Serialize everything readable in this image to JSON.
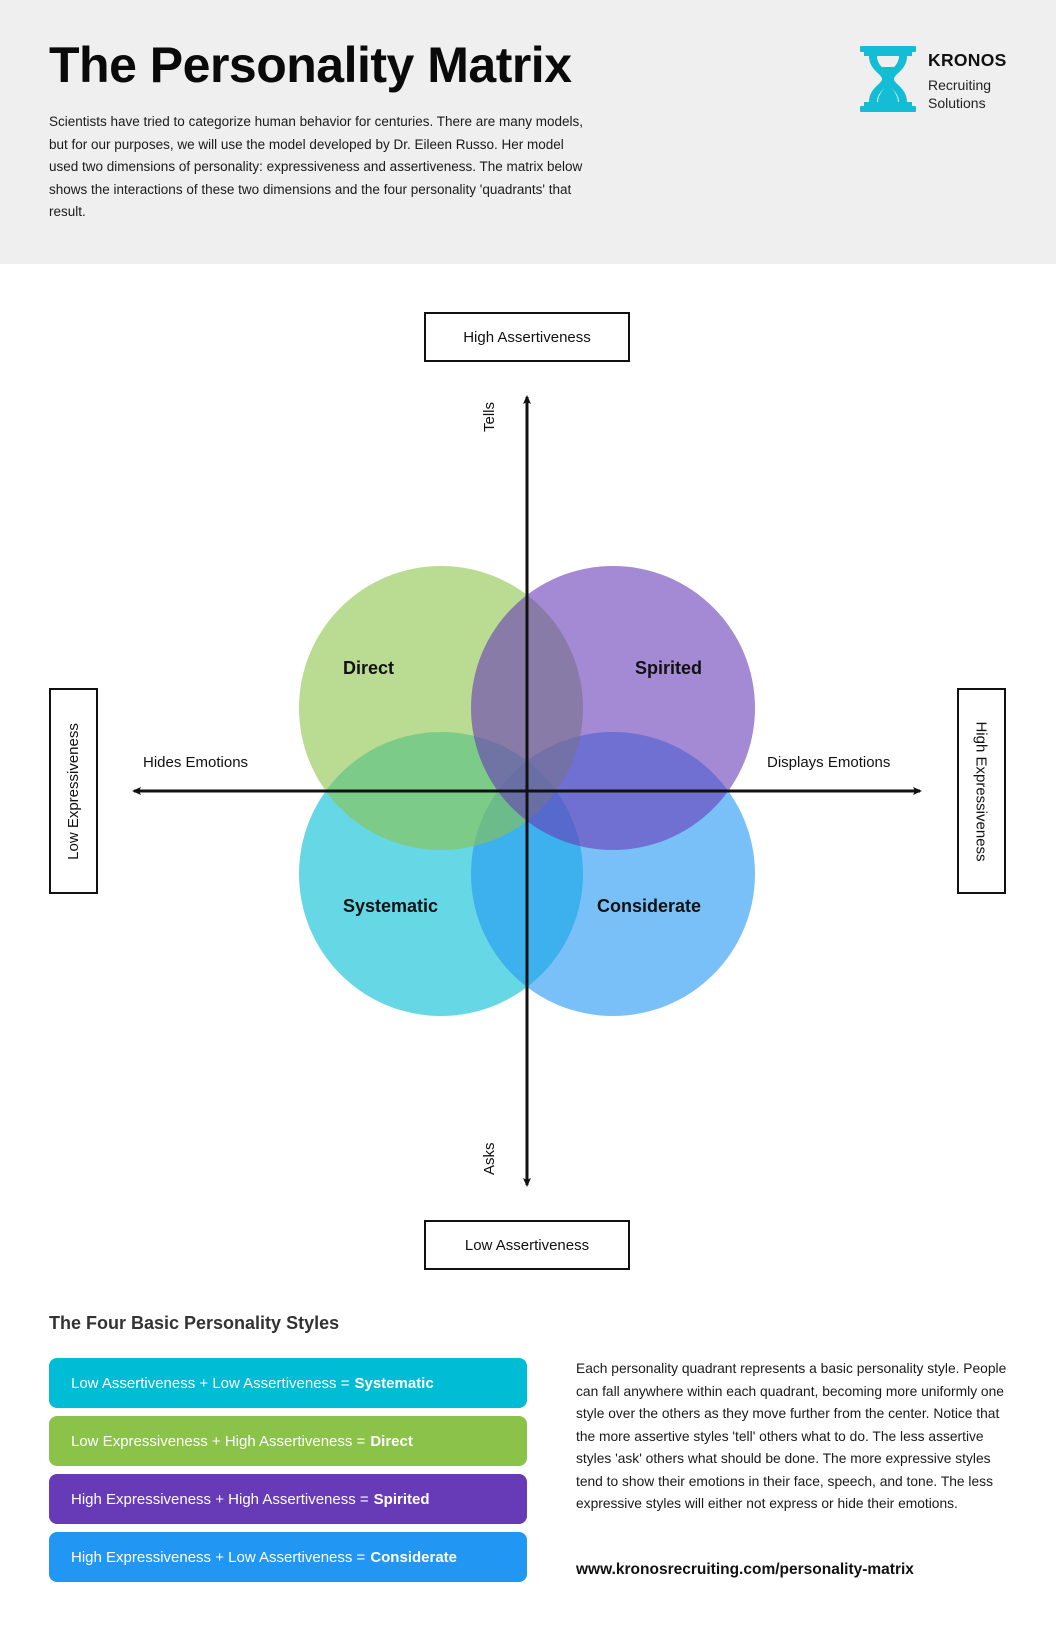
{
  "header": {
    "title": "The Personality Matrix",
    "intro": "Scientists have tried to categorize human behavior for centuries. There are many models, but for our purposes, we will use the model developed by Dr. Eileen Russo. Her model used two dimensions of personality: expressiveness and assertiveness. The matrix below shows the interactions of these two dimensions and the four personality 'quadrants' that result.",
    "logo": {
      "icon": "hourglass-icon",
      "name": "KRONOS",
      "tagline_line1": "Recruiting",
      "tagline_line2": "Solutions",
      "color": "#14BDD6"
    }
  },
  "matrix": {
    "axis_boxes": {
      "top": "High Assertiveness",
      "bottom": "Low Assertiveness",
      "left": "Low Expressiveness",
      "right": "High Expressiveness"
    },
    "axis_labels": {
      "up": "Tells",
      "down": "Asks",
      "left": "Hides Emotions",
      "right": "Displays Emotions"
    },
    "quadrants": [
      {
        "name": "Direct",
        "position": "top-left",
        "color": "#8BC34A",
        "opacity": 0.6
      },
      {
        "name": "Spirited",
        "position": "top-right",
        "color": "#673AB7",
        "opacity": 0.6
      },
      {
        "name": "Systematic",
        "position": "bottom-left",
        "color": "#00BCD4",
        "opacity": 0.6
      },
      {
        "name": "Considerate",
        "position": "bottom-right",
        "color": "#2196F3",
        "opacity": 0.6
      }
    ]
  },
  "styles_section": {
    "title": "The Four Basic Personality Styles",
    "styles": [
      {
        "formula": "Low Assertiveness + Low Assertiveness =",
        "result": "Systematic",
        "color": "#00BCD4"
      },
      {
        "formula": "Low Expressiveness + High Assertiveness =",
        "result": "Direct",
        "color": "#8BC34A"
      },
      {
        "formula": "High Expressiveness + High Assertiveness =",
        "result": "Spirited",
        "color": "#673AB7"
      },
      {
        "formula": "High Expressiveness + Low Assertiveness =",
        "result": "Considerate",
        "color": "#2196F3"
      }
    ],
    "explanation": "Each personality quadrant represents a basic personality style. People can fall anywhere within each quadrant, becoming more uniformly one style over the others as they move further from the center. Notice that the more assertive styles 'tell' others what to do. The less assertive styles 'ask' others what should be done. The more expressive styles tend to show their emotions in their face, speech, and tone. The less expressive styles will either not express or hide their emotions.",
    "url": "www.kronosrecruiting.com/personality-matrix"
  }
}
